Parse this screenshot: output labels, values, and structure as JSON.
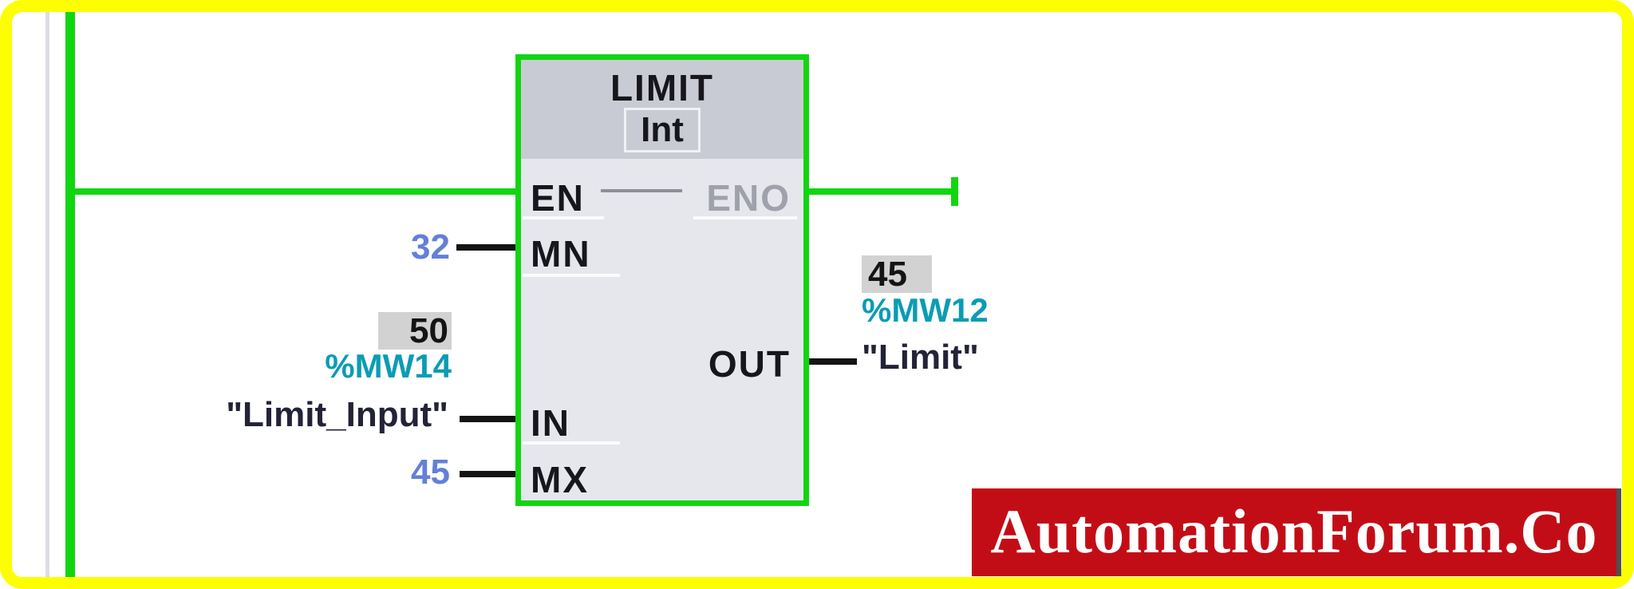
{
  "colors": {
    "frame_yellow": "#fdff00",
    "rail_and_block_green": "#12d512",
    "wire_black": "#141414",
    "block_header_bg": "#c9cbd4",
    "block_body_bg": "#e6e7ed",
    "constant_blue": "#6380d8",
    "address_teal": "#0b9cb4",
    "tag_dark": "#232338",
    "monitor_value_bg": "#d2d2d2",
    "eno_gray": "#9fa2ab",
    "banner_red": "#c30d16",
    "banner_text_white": "#ffffff"
  },
  "block": {
    "title": "LIMIT",
    "data_type": "Int",
    "pins": {
      "en": "EN",
      "eno": "ENO",
      "mn": "MN",
      "in": "IN",
      "mx": "MX",
      "out": "OUT"
    }
  },
  "operands": {
    "mn_constant": "32",
    "in_monitor_value": "50",
    "in_address": "%MW14",
    "in_tag": "\"Limit_Input\"",
    "mx_constant": "45",
    "out_monitor_value": "45",
    "out_address": "%MW12",
    "out_tag": "\"Limit\""
  },
  "watermark": {
    "text": "AutomationForum.Co"
  }
}
